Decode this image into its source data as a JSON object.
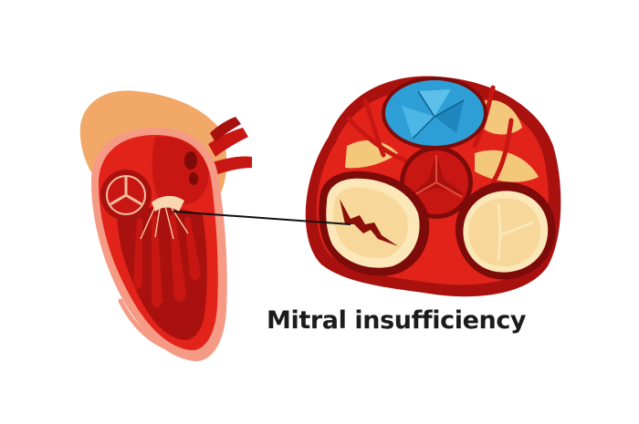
{
  "caption": "Mitral insufficiency",
  "colors": {
    "heart_red": "#e2231a",
    "dark_red": "#a9110f",
    "deep_red": "#7d0b0a",
    "pink_edge": "#f59a85",
    "fat_yellow": "#f3c87a",
    "pericardium_orange": "#f2a968",
    "aortic_valve_blue": "#2d9fd6",
    "leaflet_cream": "#fbe7b8",
    "pointer_line": "#111111"
  },
  "icons": [
    "longitudinal-heart-section",
    "valve-plane-cross-section",
    "mitral-tear"
  ]
}
